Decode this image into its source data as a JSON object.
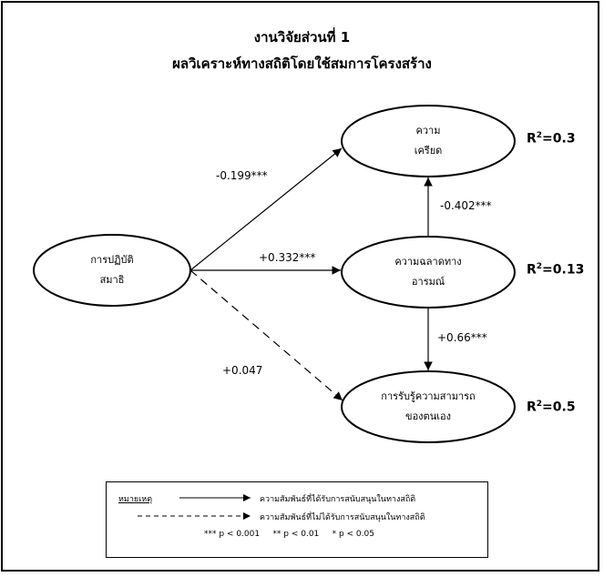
{
  "title": {
    "line1": "งานวิจัยส่วนที่ 1",
    "line2": "ผลวิเคราะห์ทางสถิติโดยใช้สมการโครงสร้าง"
  },
  "nodes": {
    "practice": {
      "line1": "การปฏิบัติ",
      "line2": "สมาธิ"
    },
    "stress": {
      "line1": "ความ",
      "line2": "เครียด"
    },
    "ei": {
      "line1": "ความฉลาดทาง",
      "line2": "อารมณ์"
    },
    "self_efficacy": {
      "line1": "การรับรู้ความสามารถ",
      "line2": "ของตนเอง"
    }
  },
  "paths": {
    "practice_to_stress": "-0.199***",
    "practice_to_ei": "+0.332***",
    "practice_to_self_efficacy": "+0.047",
    "ei_to_stress": "-0.402***",
    "ei_to_self_efficacy": "+0.66***"
  },
  "r2": {
    "stress": {
      "prefix": "R",
      "sup": "2",
      "value": "=0.3"
    },
    "ei": {
      "prefix": "R",
      "sup": "2",
      "value": "=0.13"
    },
    "self_efficacy": {
      "prefix": "R",
      "sup": "2",
      "value": "=0.5"
    }
  },
  "legend": {
    "title": "หมายเหตุ",
    "solid_desc": "ความสัมพันธ์ที่ได้รับการสนับสนุนในทางสถิติ",
    "dashed_desc": "ความสัมพันธ์ที่ไม่ได้รับการสนับสนุนในทางสถิติ",
    "sig_note": "*** p < 0.001     ** p < 0.01     * p < 0.05"
  },
  "colors": {
    "ink": "#000000",
    "background": "#ffffff"
  }
}
